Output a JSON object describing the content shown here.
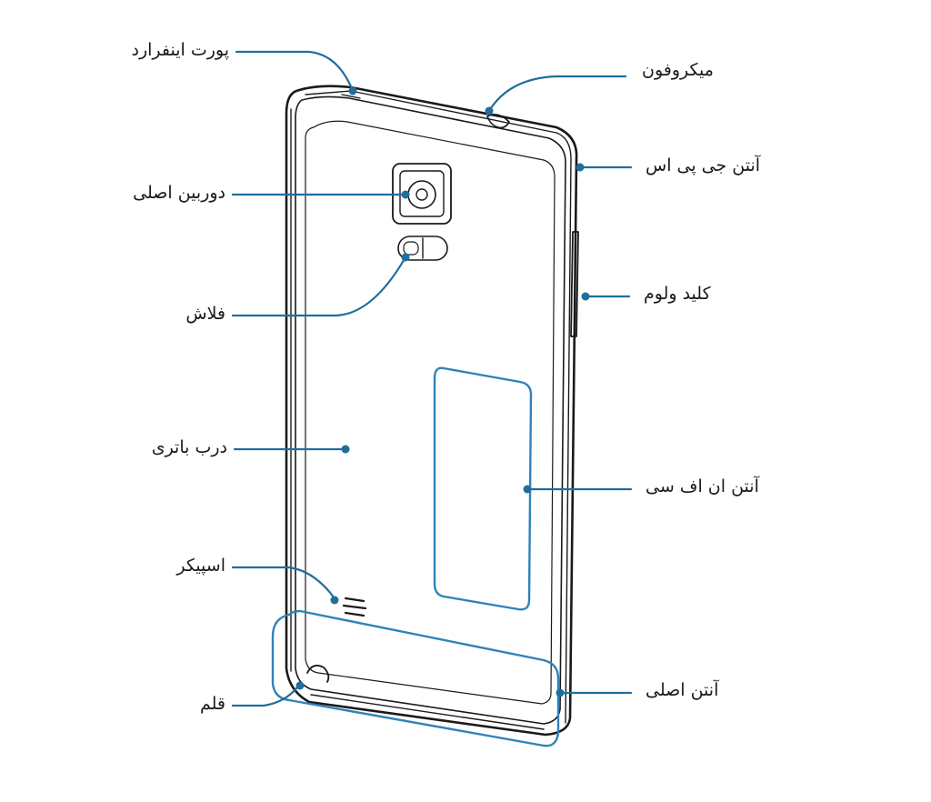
{
  "labels": {
    "ir_port": "پورت اینفرارد",
    "main_camera": "دوربین اصلی",
    "flash": "فلاش",
    "battery_cover": "درب باتری",
    "speaker": "اسپیکر",
    "pen": "قلم",
    "microphone": "میکروفون",
    "gps_antenna": "آنتن جی پی اس",
    "volume_key": "کلید ولوم",
    "nfc_antenna": "آنتن ان اف سی",
    "main_antenna": "آنتن اصلی"
  },
  "colors": {
    "callout": "#1f6e9c",
    "outline": "#1a1a1a",
    "accent_line": "#2f83b8"
  }
}
